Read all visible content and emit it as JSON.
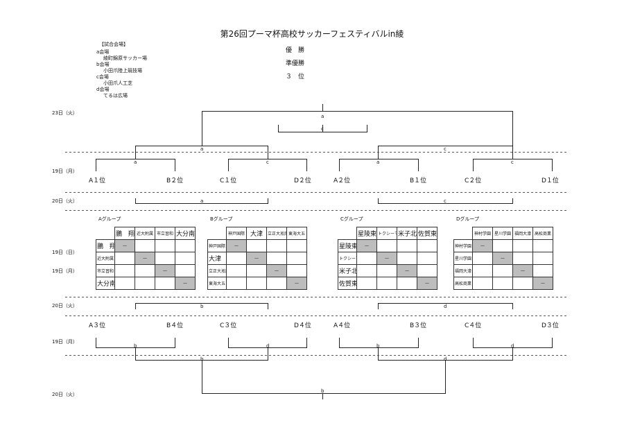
{
  "title": "第26回プーマ杯高校サッカーフェスティバルin綾",
  "venues": {
    "header": "【試合会場】",
    "lines": [
      "a会場",
      "綾町錦原サッカー場",
      "b会場",
      "小田爪陸上競技場",
      "c会場",
      "小田爪人工芝",
      "d会場",
      "てるは広場"
    ]
  },
  "results": [
    "優　勝",
    "準優勝",
    "３　位"
  ],
  "dates": {
    "final": "23日（火）",
    "semi": "19日（月）",
    "d20a": "20日（火）",
    "g19a": "19日（日）",
    "g19b": "19日（月）",
    "d20b": "20日（火）",
    "low19": "19日（月）",
    "low20": "20日（火）"
  },
  "venue_marks": {
    "final": "a",
    "third": "c",
    "semi_left": "a",
    "semi_right": "c",
    "qf": [
      "a",
      "c",
      "a",
      "c"
    ],
    "r20_left": "a",
    "r20_right": "c",
    "low20_left": "b",
    "low20_right": "d",
    "low19": [
      "b",
      "d",
      "b",
      "d"
    ],
    "low_semi_left": "b",
    "low_semi_right": "d",
    "low_final": "b"
  },
  "upper_seeds": [
    "A１位",
    "B２位",
    "C１位",
    "D２位",
    "A２位",
    "B１位",
    "C２位",
    "D１位"
  ],
  "lower_seeds": [
    "A３位",
    "B４位",
    "C３位",
    "D４位",
    "A４位",
    "B３位",
    "C４位",
    "D３位"
  ],
  "groups": [
    {
      "name": "Aグループ",
      "teams": [
        "鵬　翔",
        "近大附属",
        "市立習和",
        "大分南"
      ],
      "big": [
        true,
        false,
        false,
        true
      ]
    },
    {
      "name": "Bグループ",
      "teams": [
        "神戸国際",
        "大津",
        "立正大淞南",
        "東海大五"
      ],
      "big": [
        false,
        true,
        false,
        false
      ]
    },
    {
      "name": "Cグループ",
      "teams": [
        "星陵東",
        "トクシーマ",
        "米子北",
        "佐賀東"
      ],
      "big": [
        true,
        false,
        true,
        true
      ]
    },
    {
      "name": "Dグループ",
      "teams": [
        "神村学園",
        "星川学園",
        "福岡大濠",
        "高松商業"
      ],
      "big": [
        false,
        false,
        false,
        false
      ]
    }
  ],
  "dash": "—"
}
